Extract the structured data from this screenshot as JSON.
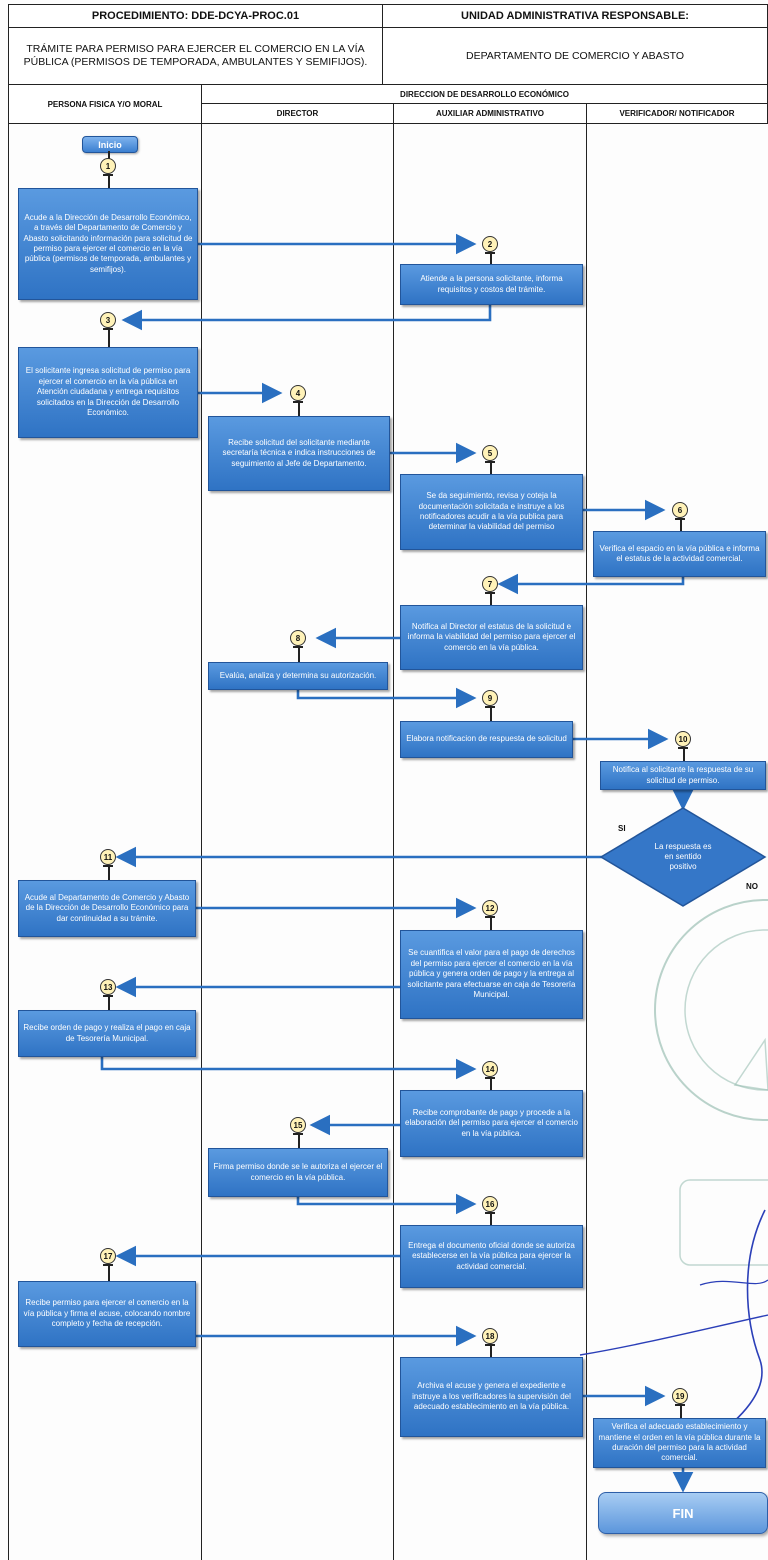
{
  "header": {
    "procedimiento": "PROCEDIMIENTO: DDE-DCYA-PROC.01",
    "unidad_label": "UNIDAD ADMINISTRATIVA RESPONSABLE:",
    "tramite": "TRÁMITE PARA PERMISO PARA EJERCER EL COMERCIO EN LA VÍA PÚBLICA (PERMISOS DE TEMPORADA, AMBULANTES Y SEMIFIJOS).",
    "unidad": "DEPARTAMENTO DE COMERCIO Y ABASTO"
  },
  "lanes": {
    "group": "DIRECCION DE DESARROLLO ECONÓMICO",
    "persona": "PERSONA FISICA Y/O MORAL",
    "director": "DIRECTOR",
    "auxiliar": "AUXILIAR ADMINISTRATIVO",
    "verificador": "VERIFICADOR/ NOTIFICADOR"
  },
  "start_label": "Inicio",
  "end_label": "FIN",
  "decision": {
    "text": "La respuesta es en sentido positivo",
    "yes": "SI",
    "no": "NO"
  },
  "steps": {
    "s1": "Acude a la Dirección de Desarrollo Económico, a través del Departamento de Comercio y Abasto solicitando información para solicitud de permiso para ejercer el comercio en la vía pública (permisos de temporada, ambulantes y semifijos).",
    "s2": "Atiende a la persona solicitante, informa requisitos y costos del trámite.",
    "s3": "El solicitante ingresa solicitud de permiso para ejercer el comercio en la vía pública en Atención ciudadana y entrega requisitos solicitados en la Dirección de Desarrollo Económico.",
    "s4": "Recibe solicitud del solicitante mediante secretaría técnica e indica instrucciones de seguimiento al Jefe de Departamento.",
    "s5": "Se da seguimiento, revisa y coteja la documentación solicitada e instruye a los notificadores acudir a la vía publica para determinar la viabilidad del permiso",
    "s6": "Verifica el espacio en la vía pública e informa el estatus de la actividad comercial.",
    "s7": "Notifica al Director el estatus de la solicitud e informa la viabilidad del permiso para ejercer el comercio en la vía pública.",
    "s8": "Evalúa, analiza y determina su autorización.",
    "s9": "Elabora notificacion de respuesta de solicitud",
    "s10": "Notifica al solicitante la respuesta de su solicitud de permiso.",
    "s11": "Acude al Departamento de Comercio y Abasto de la Dirección de Desarrollo Económico para dar continuidad a su trámite.",
    "s12": "Se cuantifica el valor para el pago de derechos del permiso para ejercer el comercio en la vía pública y genera orden de pago y la entrega al solicitante para efectuarse en caja de Tesorería Municipal.",
    "s13": "Recibe orden de pago y realiza el pago en caja de Tesorería Municipal.",
    "s14": "Recibe comprobante de pago y procede a la elaboración del permiso para ejercer el comercio en la vía pública.",
    "s15": "Firma permiso donde se le autoriza el ejercer el comercio en la vía pública.",
    "s16": "Entrega el documento oficial donde se autoriza establecerse en la vía pública para ejercer la actividad comercial.",
    "s17": "Recibe permiso para ejercer el comercio en la vía pública y firma el acuse, colocando nombre completo y fecha de recepción.",
    "s18": "Archiva el acuse y genera el expediente e instruye a los verificadores la supervisión del adecuado establecimiento en la vía pública.",
    "s19": "Verifica el adecuado establecimiento y mantiene el orden en la vía pública durante la duración del permiso para la actividad comercial."
  },
  "numbers": [
    "1",
    "2",
    "3",
    "4",
    "5",
    "6",
    "7",
    "8",
    "9",
    "10",
    "11",
    "12",
    "13",
    "14",
    "15",
    "16",
    "17",
    "18",
    "19"
  ],
  "colors": {
    "box": "#2f73c4",
    "circle": "#fff2b8",
    "arrow": "#2a6fc0",
    "seal": "#9bbfb4",
    "signature": "#2b3fb8"
  }
}
